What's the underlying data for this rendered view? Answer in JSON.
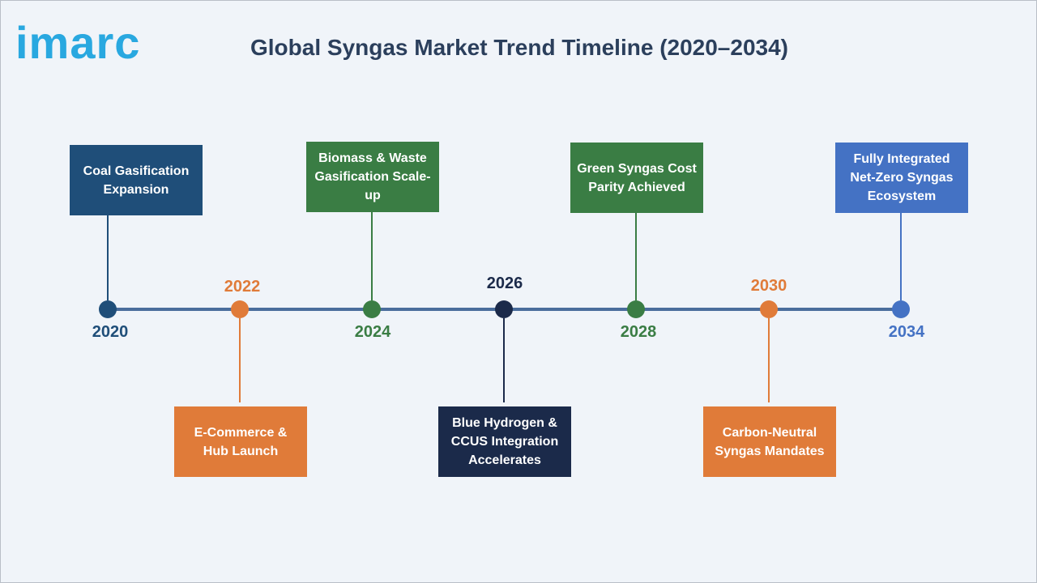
{
  "logo": "imarc",
  "title": "Global Syngas Market Trend Timeline (2020–2034)",
  "milestones": [
    {
      "year": "2020",
      "label": "Coal Gasification Expansion",
      "color": "#1f4e79"
    },
    {
      "year": "2022",
      "label": "E-Commerce & Hub Launch",
      "color": "#e07b39"
    },
    {
      "year": "2024",
      "label": "Biomass & Waste Gasification Scale-up",
      "color": "#3a7d44"
    },
    {
      "year": "2026",
      "label": "Blue Hydrogen & CCUS Integration Accelerates",
      "color": "#1b2a4a"
    },
    {
      "year": "2028",
      "label": "Green Syngas Cost Parity Achieved",
      "color": "#3a7d44"
    },
    {
      "year": "2030",
      "label": "Carbon-Neutral Syngas Mandates",
      "color": "#e07b39"
    },
    {
      "year": "2034",
      "label": "Fully Integrated Net-Zero Syngas Ecosystem",
      "color": "#4472c4"
    }
  ]
}
